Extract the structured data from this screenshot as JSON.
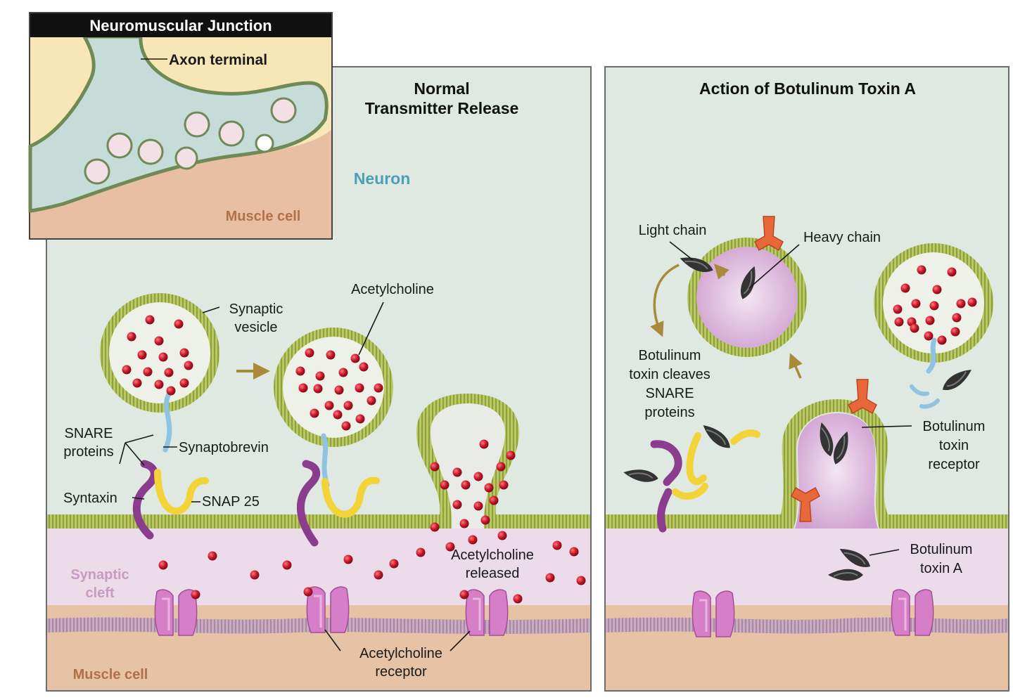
{
  "inset": {
    "title": "Neuromuscular Junction",
    "axon_label": "Axon terminal",
    "muscle_label": "Muscle cell"
  },
  "normal": {
    "title_line1": "Normal",
    "title_line2": "Transmitter Release",
    "neuron_label": "Neuron",
    "acetylcholine": "Acetylcholine",
    "synaptic_vesicle_line1": "Synaptic",
    "synaptic_vesicle_line2": "vesicle",
    "snare_line1": "SNARE",
    "snare_line2": "proteins",
    "synaptobrevin": "Synaptobrevin",
    "syntaxin": "Syntaxin",
    "snap25": "SNAP 25",
    "released_line1": "Acetylcholine",
    "released_line2": "released",
    "cleft_line1": "Synaptic",
    "cleft_line2": "cleft",
    "muscle_label": "Muscle cell",
    "receptor_line1": "Acetylcholine",
    "receptor_line2": "receptor"
  },
  "toxin": {
    "title": "Action of Botulinum Toxin A",
    "light_chain": "Light chain",
    "heavy_chain": "Heavy chain",
    "cleaves_line1": "Botulinum",
    "cleaves_line2": "toxin cleaves",
    "cleaves_line3": "SNARE",
    "cleaves_line4": "proteins",
    "receptor_line1": "Botulinum",
    "receptor_line2": "toxin",
    "receptor_line3": "receptor",
    "toxin_a_line1": "Botulinum",
    "toxin_a_line2": "toxin A"
  },
  "colors": {
    "neuron_bg": "#dfe9e2",
    "cleft_bg": "#ecdbe9",
    "muscle_bg": "#e6c3a4",
    "membrane": "#9aab45",
    "acetylcholine": "#c8142b",
    "receptor": "#d77ec9",
    "syntaxin": "#8a3d8c",
    "snap25": "#f2d338",
    "synaptobrevin": "#8fc3e2",
    "heavy_chain": "#e8683a",
    "light_chain": "#3a3a3a",
    "neuron_text": "#4aa1b5",
    "cleft_text": "#c79bc2",
    "muscle_text": "#b0714a"
  }
}
